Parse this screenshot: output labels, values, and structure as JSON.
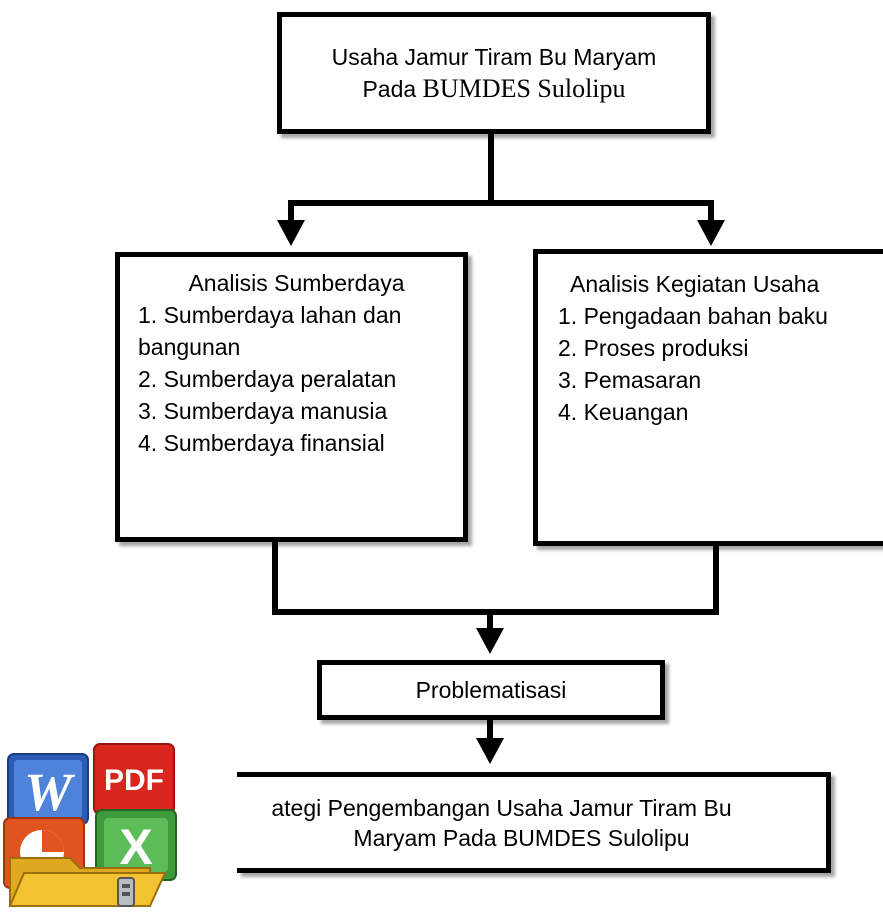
{
  "diagram": {
    "top": {
      "line1": "Usaha Jamur Tiram Bu Maryam",
      "line2_sans": "Pada ",
      "line2_serif": "BUMDES Sulolipu"
    },
    "left": {
      "title": "Analisis Sumberdaya",
      "items": [
        "1. Sumberdaya lahan dan bangunan",
        "2. Sumberdaya peralatan",
        "3. Sumberdaya manusia",
        "4. Sumberdaya finansial"
      ]
    },
    "right": {
      "title": "Analisis Kegiatan Usaha",
      "items": [
        "1. Pengadaan bahan baku",
        "2. Proses produksi",
        "3. Pemasaran",
        "4. Keuangan"
      ]
    },
    "middle": {
      "label": "Problematisasi"
    },
    "bottom": {
      "line1": "ategi Pengembangan Usaha Jamur Tiram Bu",
      "line2": "Maryam Pada BUMDES Sulolipu"
    }
  },
  "icon": {
    "name": "office-documents-folder-icon",
    "word_letter": "W",
    "pdf_text": "PDF",
    "excel_letter": "X",
    "colors": {
      "word": "#2b5cb8",
      "pdf": "#d8261c",
      "excel": "#3c9a3a",
      "powerpoint": "#e0541f",
      "folder": "#f2c230"
    }
  }
}
